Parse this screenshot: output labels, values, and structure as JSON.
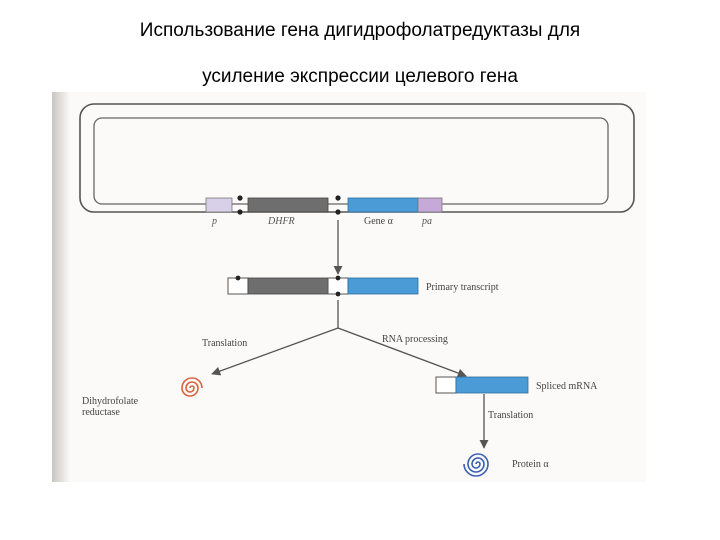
{
  "slide": {
    "title_line1": "Использование гена дигидрофолатредуктазы для",
    "title_line2": "усиление экспрессии целевого гена"
  },
  "diagram": {
    "plasmid_labels": {
      "p": "p",
      "dhfr": "DHFR",
      "gene": "Gene α",
      "pa": "pa"
    },
    "primary_transcript": "Primary transcript",
    "rna_processing": "RNA processing",
    "translation_left": "Translation",
    "spliced_mrna": "Spliced mRNA",
    "translation_right": "Translation",
    "dhfr_product_line1": "Dihydrofolate",
    "dhfr_product_line2": "reductase",
    "protein": "Protein α",
    "colors": {
      "dhfr": "#6e6e6e",
      "gene": "#4b9bd6",
      "promoter": "#d8cfe8",
      "polya": "#c7a9d9",
      "dhfr_spiral": "#d9633f",
      "protein_spiral": "#3a5fb5"
    }
  }
}
